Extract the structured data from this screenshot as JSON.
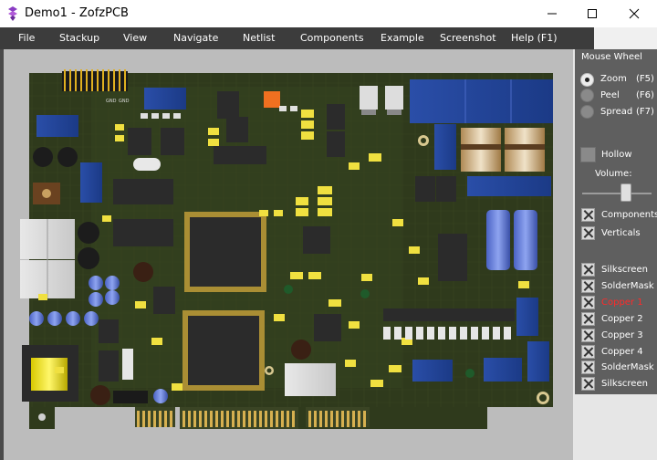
{
  "window": {
    "title": "Demo1 - ZofzPCB",
    "app_icon": "zofzpcb-app-icon",
    "controls": [
      "minimize-icon",
      "maximize-icon",
      "close-icon"
    ]
  },
  "menu": {
    "items": [
      {
        "label": "File"
      },
      {
        "label": "Stackup"
      },
      {
        "label": "View"
      },
      {
        "label": "Navigate"
      },
      {
        "label": "Netlist"
      },
      {
        "label": "Components"
      },
      {
        "label": "Example"
      },
      {
        "label": "Screenshot"
      },
      {
        "label": "Help (F1)"
      }
    ]
  },
  "panel": {
    "mouse_wheel": "Mouse Wheel",
    "modes": [
      {
        "label": "Zoom",
        "key": "(F5)",
        "selected": true
      },
      {
        "label": "Peel",
        "key": "(F6)",
        "selected": false
      },
      {
        "label": "Spread",
        "key": "(F7)",
        "selected": false
      }
    ],
    "hollow": "Hollow",
    "volume_label": "Volume:",
    "volume_level": 0.72,
    "toggles": [
      {
        "label": "Components",
        "checked": true
      },
      {
        "label": "Verticals",
        "checked": true
      }
    ],
    "layers": [
      {
        "label": "Silkscreen",
        "checked": true,
        "color": "#ffffff"
      },
      {
        "label": "SolderMask",
        "checked": true,
        "color": "#ffffff"
      },
      {
        "label": "Copper  1",
        "checked": true,
        "color": "#ff2a2a"
      },
      {
        "label": "Copper  2",
        "checked": true,
        "color": "#ffffff"
      },
      {
        "label": "Copper  3",
        "checked": true,
        "color": "#ffffff"
      },
      {
        "label": "Copper  4",
        "checked": true,
        "color": "#ffffff"
      },
      {
        "label": "SolderMask",
        "checked": true,
        "color": "#ffffff"
      },
      {
        "label": "Silkscreen",
        "checked": true,
        "color": "#ffffff"
      }
    ]
  },
  "board": {
    "silkscreen_labels": [
      "GND",
      "GND"
    ],
    "colors": {
      "pcb_green": "#2f3a1c",
      "copper": "#c8a23a",
      "ic": "#2b2b2b",
      "smd_yellow": "#f0e040",
      "blue_cap": "#3a5fb8",
      "panel_bg": "#5f5f5f",
      "menu_bg": "#3c3c3c"
    }
  }
}
